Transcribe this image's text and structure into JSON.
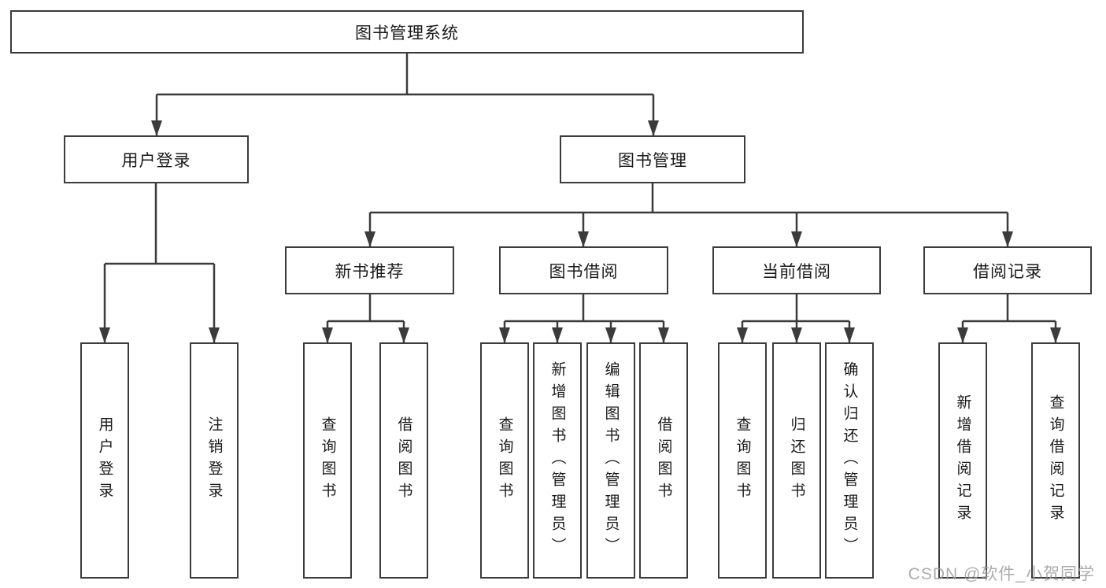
{
  "tree": {
    "root": "图书管理系统",
    "children": [
      {
        "label": "用户登录",
        "children": [
          "用户登录",
          "注销登录"
        ]
      },
      {
        "label": "图书管理",
        "children": [
          {
            "label": "新书推荐",
            "children": [
              "查询图书",
              "借阅图书"
            ]
          },
          {
            "label": "图书借阅",
            "children": [
              "查询图书",
              "新增图书（管理员）",
              "编辑图书（管理员）",
              "借阅图书"
            ]
          },
          {
            "label": "当前借阅",
            "children": [
              "查询图书",
              "归还图书",
              "确认归还（管理员）"
            ]
          },
          {
            "label": "借阅记录",
            "children": [
              "新增借阅记录",
              "查询借阅记录"
            ]
          }
        ]
      }
    ]
  },
  "watermark": {
    "text": "CSDN @软件_小贺同学"
  },
  "colors": {
    "line": "#3b3b3b",
    "box_border": "#3b3b3b",
    "box_fill": "#ffffff",
    "text": "#1a1a1a",
    "watermark": "#9e9e9e"
  }
}
